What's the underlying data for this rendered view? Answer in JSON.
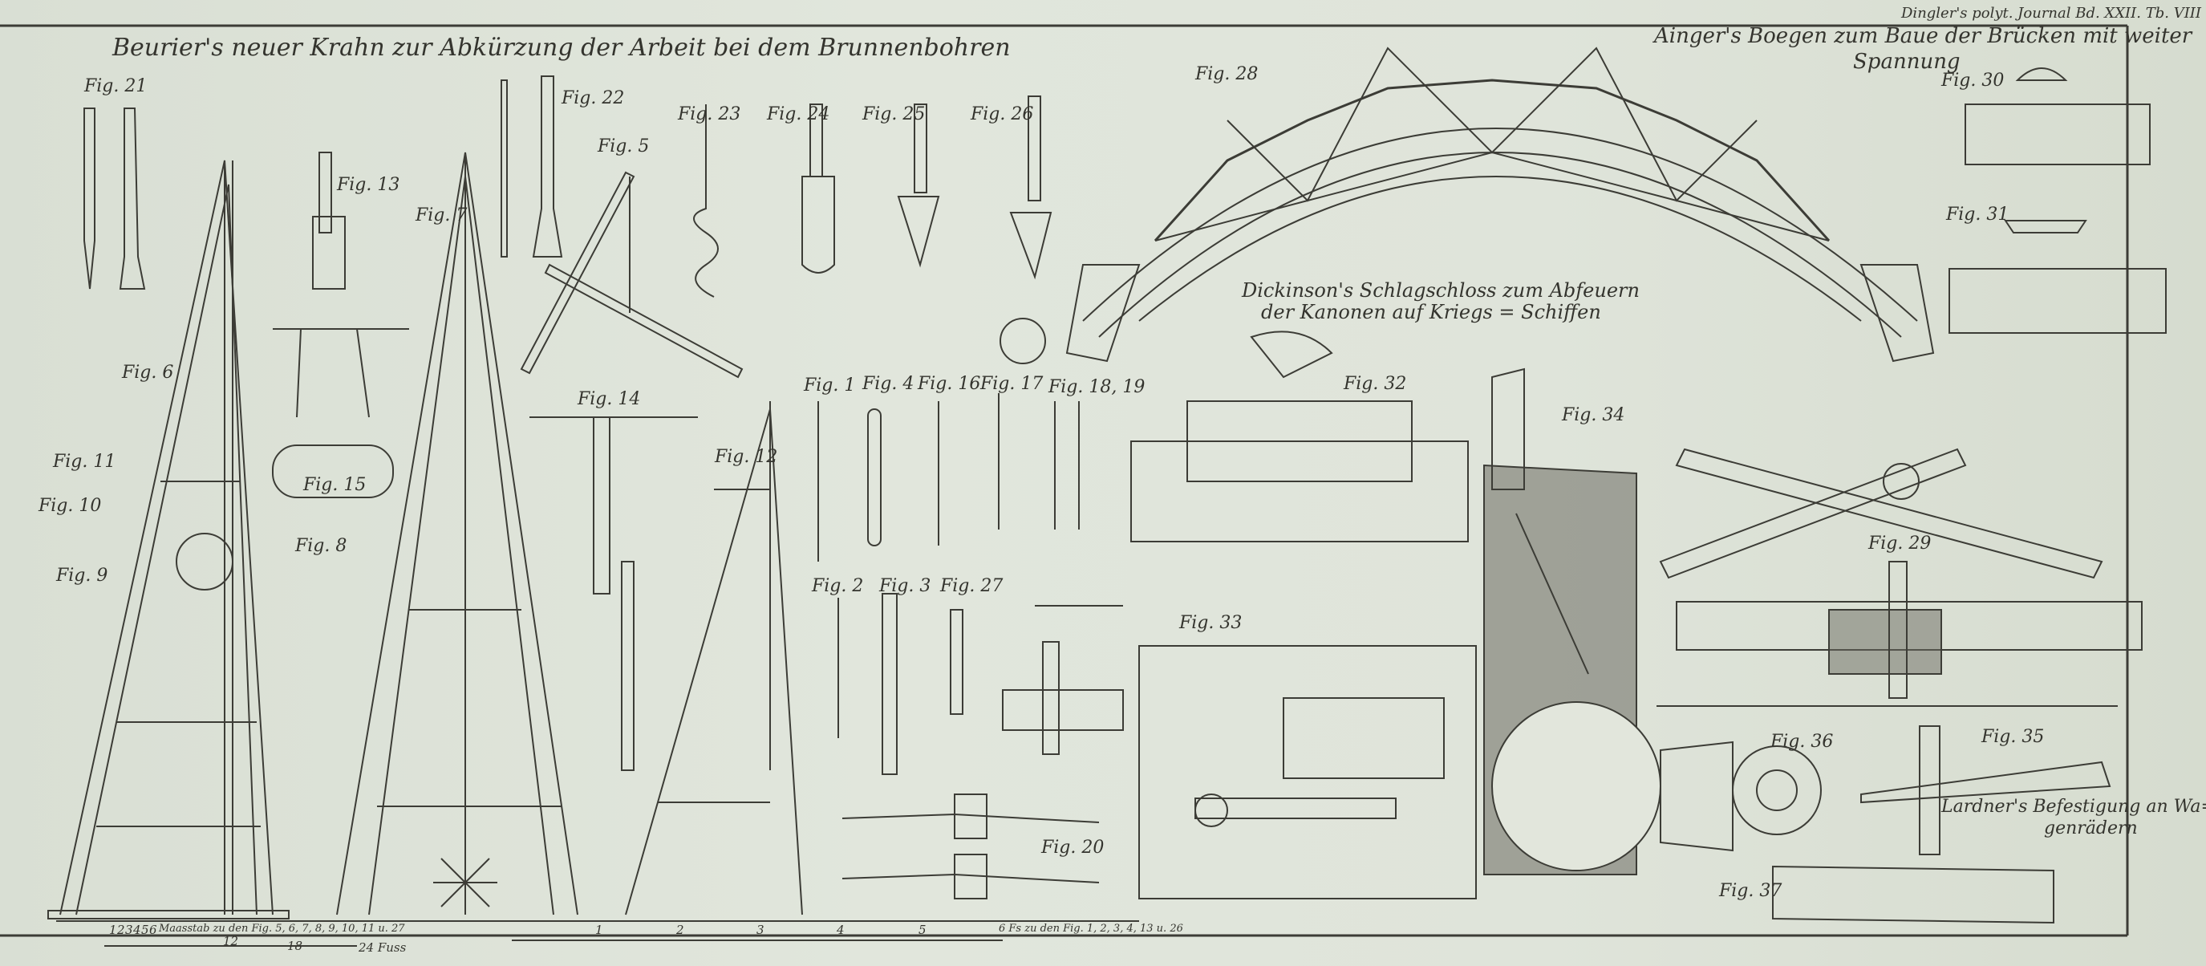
{
  "header": {
    "journal": "Dingler's polyt. Journal Bd. XXII. Tb. VIII"
  },
  "titles": {
    "beurier": "Beurier's neuer Krahn zur Abkürzung der Arbeit bei dem Brunnenbohren",
    "ainger_line1": "Ainger's Boegen zum Baue der Brücken mit weiter",
    "ainger_line2": "Spannung",
    "dickinson_line1": "Dickinson's Schlagschloss zum Abfeuern",
    "dickinson_line2": "der Kanonen auf Kriegs = Schiffen",
    "lardner_line1": "Lardner's Befestigung an Wa=",
    "lardner_line2": "genrädern"
  },
  "figures": [
    "Fig. 1",
    "Fig. 2",
    "Fig. 3",
    "Fig. 4",
    "Fig. 5",
    "Fig. 6",
    "Fig. 7",
    "Fig. 8",
    "Fig. 9",
    "Fig. 10",
    "Fig. 11",
    "Fig. 12",
    "Fig. 13",
    "Fig. 14",
    "Fig. 15",
    "Fig. 16",
    "Fig. 17",
    "Fig. 18, 19",
    "Fig. 20",
    "Fig. 21",
    "Fig. 22",
    "Fig. 23",
    "Fig. 24",
    "Fig. 25",
    "Fig. 26",
    "Fig. 27",
    "Fig. 28",
    "Fig. 29",
    "Fig. 30",
    "Fig. 31",
    "Fig. 32",
    "Fig. 33",
    "Fig. 34",
    "Fig. 35",
    "Fig. 36",
    "Fig. 37"
  ],
  "scales": {
    "left_caption": "Maasstab zu den Fig. 5, 6, 7, 8, 9, 10, 11 u. 27",
    "left_ticks": [
      "1",
      "2",
      "3",
      "4",
      "5",
      "6",
      "12",
      "18"
    ],
    "left_end": "24 Fuss",
    "right_ticks": [
      "1",
      "2",
      "3",
      "4",
      "5"
    ],
    "right_caption": "6 Fs zu den Fig. 1, 2, 3, 4, 13 u. 26"
  },
  "colors": {
    "paper": "#dde3d8",
    "ink": "#3a3a34"
  }
}
